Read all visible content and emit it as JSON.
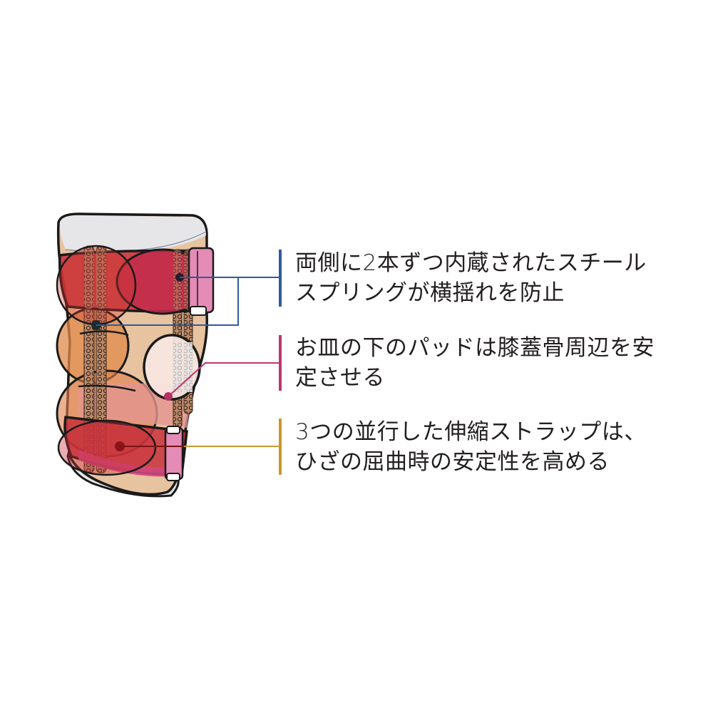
{
  "diagram": {
    "subject": "knee brace (knee support) illustration",
    "colors": {
      "outline": "#1a1a1a",
      "fabric_base": "#e8c3a0",
      "sleeve_gray": "#e6e6e8",
      "strap_red": "#c8323c",
      "strap_crimson": "#c22d4c",
      "strap_pink": "#d1477d",
      "tab_pink": "#e48bb6",
      "pad_light": "#f7e7e2",
      "side_orange": "#e08a4a",
      "callout_blue": "#2e5b9e",
      "callout_pink": "#b9376f",
      "callout_gold": "#c9972c"
    }
  },
  "callouts": [
    {
      "id": "steel-springs",
      "color": "#2e5b9e",
      "lines": [
        "両側に2本ずつ内蔵されたスチール",
        "スプリングが横揺れを防止"
      ]
    },
    {
      "id": "patella-pad",
      "color": "#b9376f",
      "lines": [
        "お皿の下のパッドは膝蓋骨周辺を安",
        "定させる"
      ]
    },
    {
      "id": "elastic-straps",
      "color": "#c9972c",
      "lines": [
        "3つの並行した伸縮ストラップは、",
        "ひざの屈曲時の安定性を高める"
      ]
    }
  ]
}
